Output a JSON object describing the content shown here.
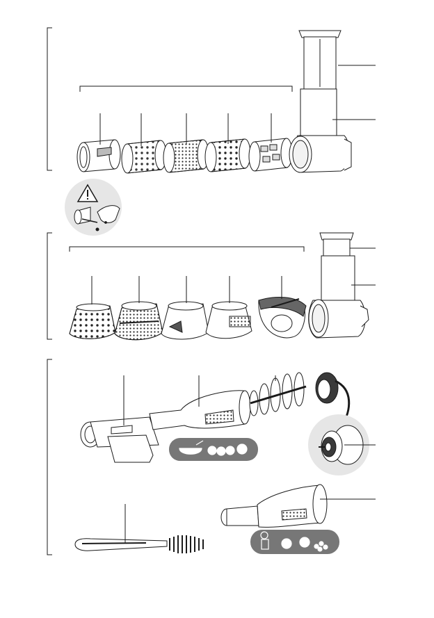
{
  "document": {
    "type": "illustration-page",
    "sections": [
      {
        "name": "grater-drum-set",
        "parts": [
          "pusher",
          "feed-tube-housing",
          "drum-1",
          "drum-2",
          "drum-3",
          "drum-4",
          "drum-5"
        ]
      },
      {
        "name": "cone-slicer-set",
        "parts": [
          "pusher",
          "feed-tube-housing",
          "cone-1",
          "cone-2",
          "cone-3",
          "cone-4",
          "cone-5"
        ]
      },
      {
        "name": "juicer-set",
        "parts": [
          "nozzle-housing",
          "strainer",
          "auger",
          "end-cap",
          "brush",
          "fine-strainer"
        ]
      }
    ]
  },
  "icons": {
    "warning": "warning-triangle-icon",
    "food_row_1": "bowl-and-tomatoes-icon",
    "food_row_2": "juice-and-fruit-icon"
  },
  "colors": {
    "line": "#1a1a1a",
    "part_fill": "#ffffff",
    "badge": "#777777",
    "badge_circle": "#e6e6e6",
    "dark_part": "#3a3a3a"
  }
}
